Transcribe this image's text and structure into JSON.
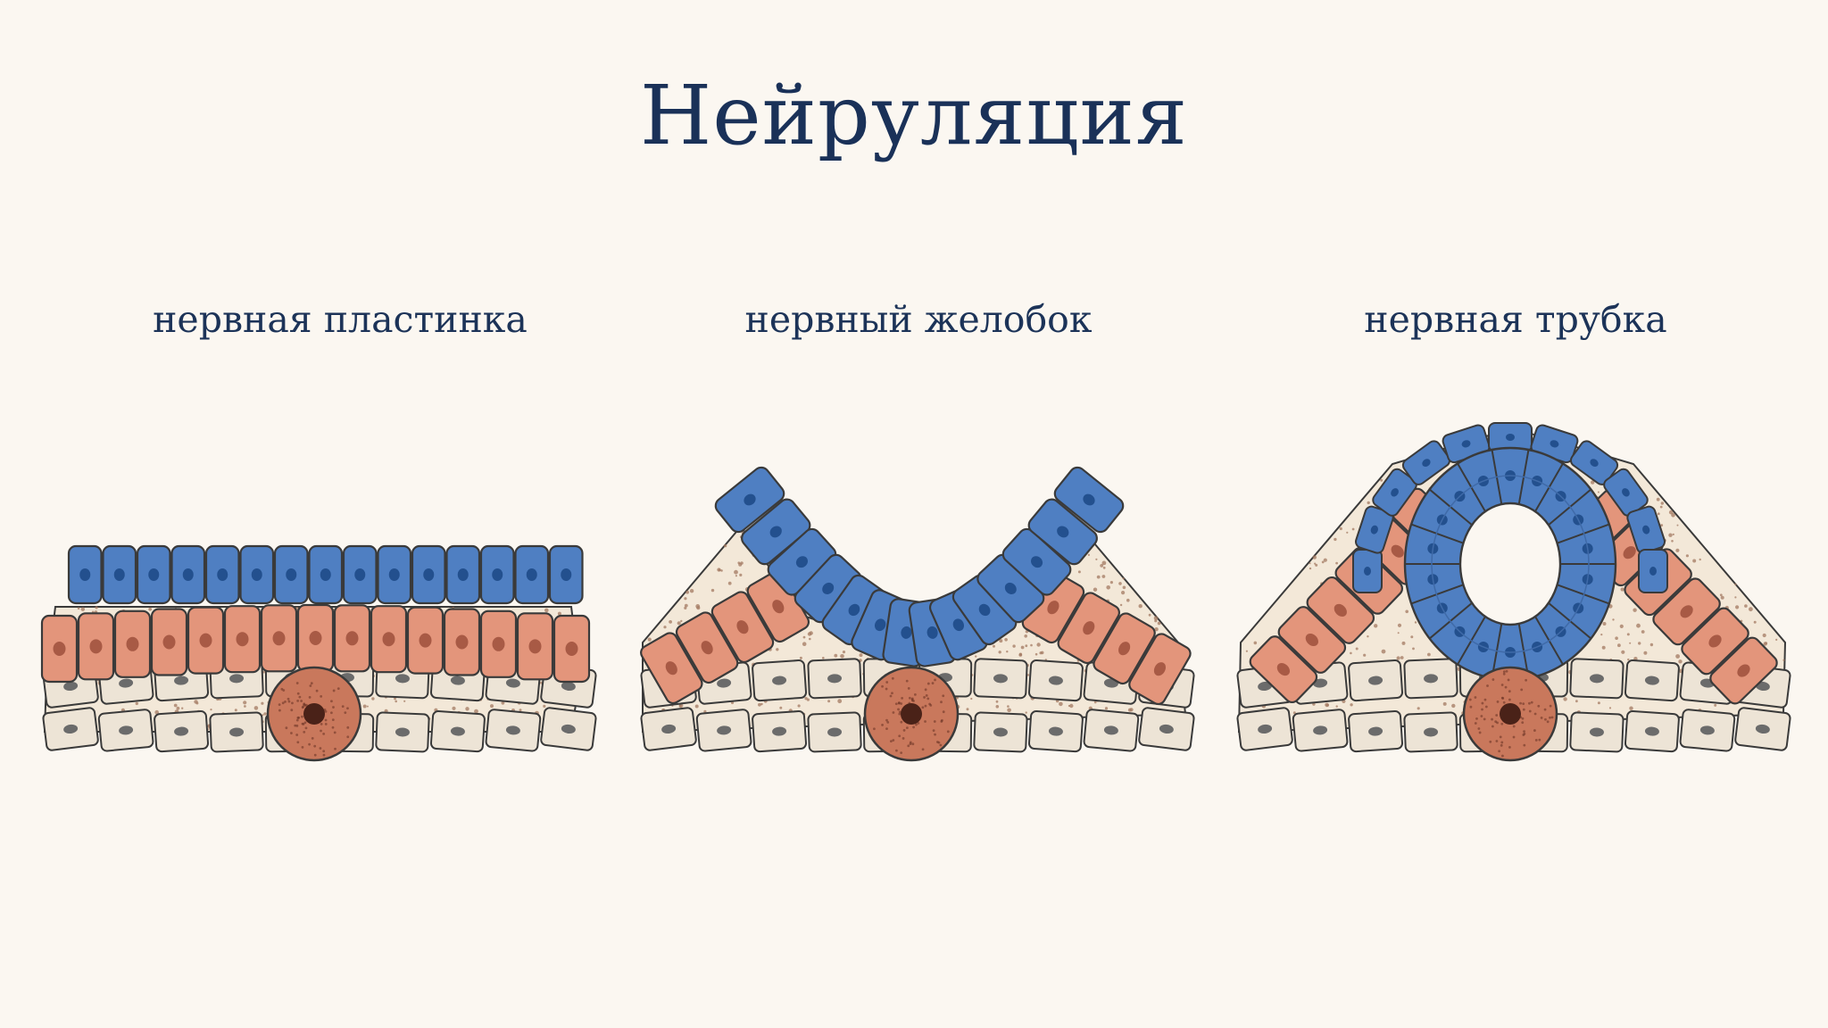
{
  "title": "Нейруляция",
  "panels": [
    {
      "label": "нервная пластинка"
    },
    {
      "label": "нервный желобок"
    },
    {
      "label": "нервная трубка"
    }
  ],
  "colors": {
    "background": "#fbf7f1",
    "title_text": "#1a3158",
    "neural_cell": "#4f7fc2",
    "neural_nucleus": "#23508e",
    "mesoderm_cell": "#e3957b",
    "mesoderm_nucleus": "#a85a45",
    "endoderm_cell": "#ede4d6",
    "endoderm_nucleus": "#6b6b6b",
    "notochord": "#c9785c",
    "notochord_core": "#4a2218",
    "outline": "#3a3a3a",
    "stipple": "#a37a62"
  }
}
